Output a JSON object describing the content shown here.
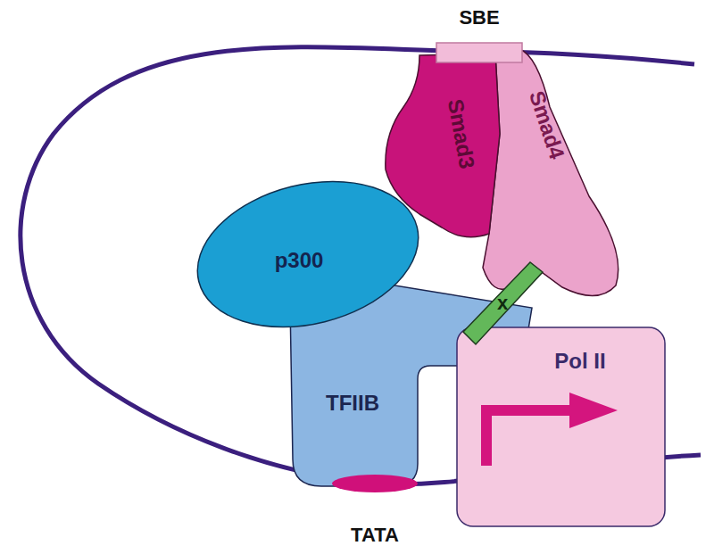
{
  "diagram": {
    "nodes": [
      {
        "text": [
          "SBE"
        ]
      },
      {
        "text": [
          "Smad3"
        ]
      },
      {
        "text": [
          "Smad4"
        ]
      },
      {
        "text": [
          "p300"
        ]
      },
      {
        "text": [
          "x"
        ]
      },
      {
        "text": [
          "TFIIB"
        ]
      },
      {
        "text": [
          "Pol II"
        ]
      },
      {
        "text": [
          "TATA"
        ]
      }
    ]
  }
}
